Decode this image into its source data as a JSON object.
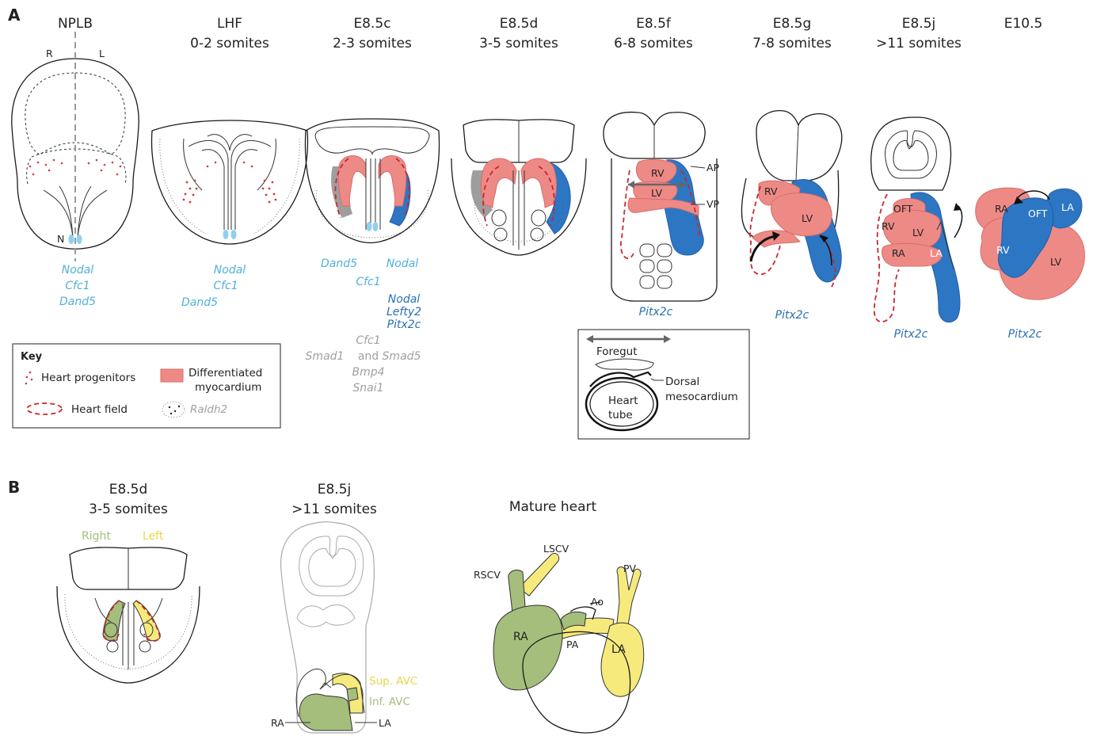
{
  "panels": {
    "a": "A",
    "b": "B"
  },
  "stages": [
    {
      "name": "NPLB",
      "somites": ""
    },
    {
      "name": "LHF",
      "somites": "0-2 somites"
    },
    {
      "name": "E8.5c",
      "somites": "2-3 somites"
    },
    {
      "name": "E8.5d",
      "somites": "3-5 somites"
    },
    {
      "name": "E8.5f",
      "somites": "6-8 somites"
    },
    {
      "name": "E8.5g",
      "somites": "7-8 somites"
    },
    {
      "name": "E8.5j",
      "somites": ">11 somites"
    },
    {
      "name": "E10.5",
      "somites": ""
    }
  ],
  "nplb_labels": {
    "r": "R",
    "l": "L",
    "n": "N"
  },
  "genes": {
    "nplb": [
      "Nodal",
      "Cfc1",
      "Dand5"
    ],
    "lhf": [
      "Nodal",
      "Cfc1",
      "Dand5"
    ],
    "e85c_cyan": [
      "Dand5",
      "Nodal",
      "Cfc1"
    ],
    "e85c_blue": [
      "Nodal",
      "Lefty2",
      "Pitx2c"
    ],
    "e85c_grey": [
      "Cfc1",
      "Smad1",
      "and",
      "Smad5",
      "Bmp4",
      "Snai1"
    ],
    "pitx2c": "Pitx2c"
  },
  "heart_labels": {
    "rv": "RV",
    "lv": "LV",
    "ra": "RA",
    "la": "LA",
    "oft": "OFT",
    "ap": "AP",
    "vp": "VP"
  },
  "key": {
    "title": "Key",
    "progenitors": "Heart progenitors",
    "field": "Heart field",
    "myocardium_line1": "Differentiated",
    "myocardium_line2": "myocardium",
    "raldh2": "Raldh2"
  },
  "inset": {
    "foregut": "Foregut",
    "heart": "Heart",
    "tube": "tube",
    "dorsal": "Dorsal",
    "mesocardium": "mesocardium"
  },
  "panel_b": {
    "left_title": "E8.5d",
    "left_sub": "3-5 somites",
    "right": "Right",
    "left": "Left",
    "mid_title": "E8.5j",
    "mid_sub": ">11 somites",
    "sup_avc": "Sup. AVC",
    "inf_avc": "Inf. AVC",
    "ra": "RA",
    "la": "LA",
    "mature_title": "Mature heart",
    "lscv": "LSCV",
    "rscv": "RSCV",
    "pv": "PV",
    "ao": "Ao",
    "pa": "PA"
  },
  "colors": {
    "myocardium": "#ee8a86",
    "left_blue": "#2d76c4",
    "cyan_text": "#4fb0dc",
    "heart_field": "#c8282e",
    "right_green": "#a5be7c",
    "left_yellow": "#f6ea7c",
    "grey": "#9e9e9e"
  }
}
